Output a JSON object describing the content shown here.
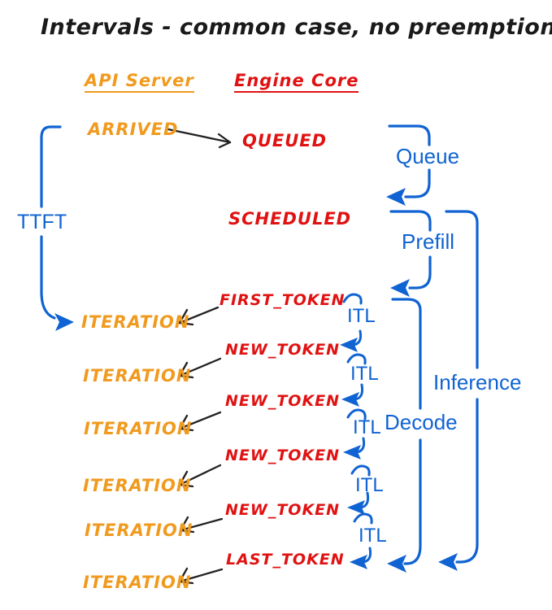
{
  "title": "Intervals - common case, no preemptions",
  "columns": {
    "api_server": "API Server",
    "engine_core": "Engine Core"
  },
  "api_server_events": {
    "arrived": "ARRIVED",
    "iterations": [
      "ITERATION",
      "ITERATION",
      "ITERATION",
      "ITERATION",
      "ITERATION",
      "ITERATION"
    ]
  },
  "engine_core_events": {
    "queued": "QUEUED",
    "scheduled": "SCHEDULED",
    "first_token": "FIRST_TOKEN",
    "new_tokens": [
      "NEW_TOKEN",
      "NEW_TOKEN",
      "NEW_TOKEN",
      "NEW_TOKEN"
    ],
    "last_token": "LAST_TOKEN"
  },
  "intervals": {
    "ttft": "TTFT",
    "queue": "Queue",
    "prefill": "Prefill",
    "decode": "Decode",
    "inference": "Inference",
    "itl": [
      "ITL",
      "ITL",
      "ITL",
      "ITL",
      "ITL"
    ]
  },
  "colors": {
    "api_server": "#F09A1E",
    "engine_core": "#E01212",
    "interval": "#1063D2",
    "arrow": "#222222",
    "background": "#FFFFFF"
  }
}
